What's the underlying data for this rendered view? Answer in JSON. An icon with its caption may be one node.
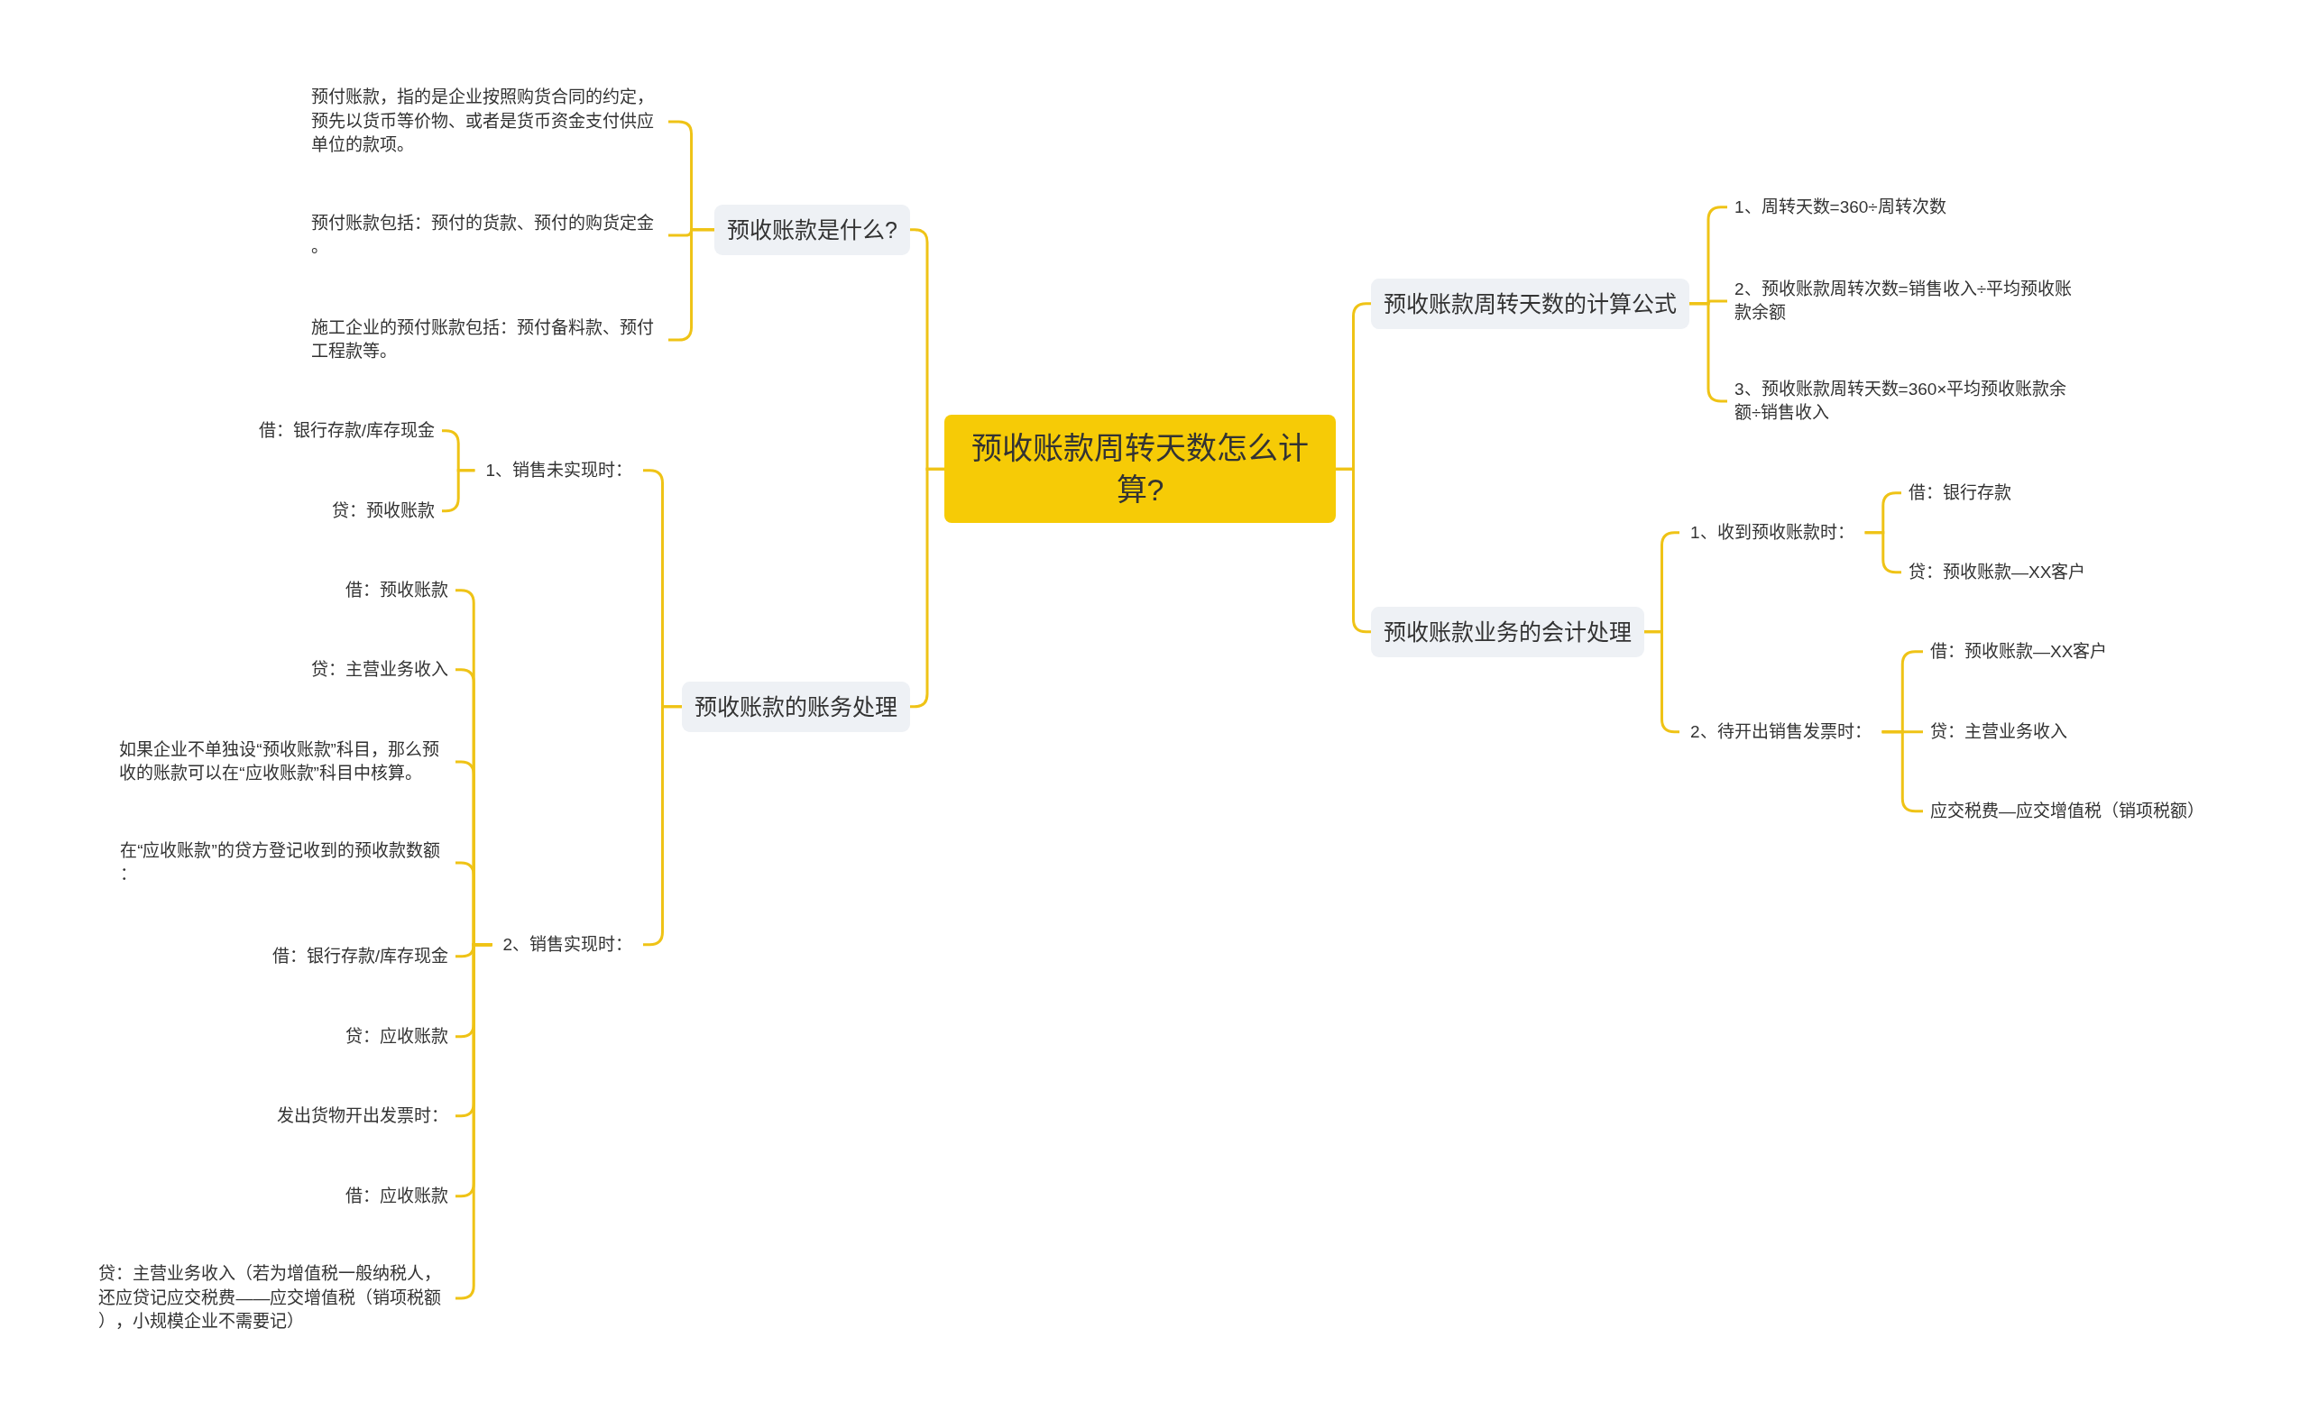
{
  "diagram": {
    "nodes": [
      {
        "text": [
          "预收账款周转天数怎么计算?"
        ]
      },
      {
        "text": [
          "预收账款是什么?"
        ]
      },
      {
        "text": [
          "预付账款，指的是企业按照购货合同的约定，预先以货币等价物、或者是货币资金支付供应单位的款项。"
        ]
      },
      {
        "text": [
          "预付账款包括：预付的货款、预付的购货定金。"
        ]
      },
      {
        "text": [
          "施工企业的预付账款包括：预付备料款、预付工程款等。"
        ]
      },
      {
        "text": [
          "预收账款的账务处理"
        ]
      },
      {
        "text": [
          "1、销售未实现时："
        ]
      },
      {
        "text": [
          "借：银行存款/库存现金"
        ]
      },
      {
        "text": [
          "贷：预收账款"
        ]
      },
      {
        "text": [
          "2、销售实现时："
        ]
      },
      {
        "text": [
          "借：预收账款"
        ]
      },
      {
        "text": [
          "贷：主营业务收入"
        ]
      },
      {
        "text": [
          "如果企业不单独设“预收账款”科目，那么预收的账款可以在“应收账款”科目中核算。"
        ]
      },
      {
        "text": [
          "在“应收账款”的贷方登记收到的预收款数额："
        ]
      },
      {
        "text": [
          "借：银行存款/库存现金"
        ]
      },
      {
        "text": [
          "贷：应收账款"
        ]
      },
      {
        "text": [
          "发出货物开出发票时："
        ]
      },
      {
        "text": [
          "借：应收账款"
        ]
      },
      {
        "text": [
          "贷：主营业务收入（若为增值税一般纳税人，还应贷记应交税费——应交增值税（销项税额），小规模企业不需要记）"
        ]
      },
      {
        "text": [
          "预收账款周转天数的计算公式"
        ]
      },
      {
        "text": [
          "1、周转天数=360÷周转次数"
        ]
      },
      {
        "text": [
          "2、预收账款周转次数=销售收入÷平均预收账款余额"
        ]
      },
      {
        "text": [
          "3、预收账款周转天数=360×平均预收账款余额÷销售收入"
        ]
      },
      {
        "text": [
          "预收账款业务的会计处理"
        ]
      },
      {
        "text": [
          "1、收到预收账款时："
        ]
      },
      {
        "text": [
          "借：银行存款"
        ]
      },
      {
        "text": [
          "贷：预收账款—XX客户"
        ]
      },
      {
        "text": [
          "2、待开出销售发票时："
        ]
      },
      {
        "text": [
          "借：预收账款—XX客户"
        ]
      },
      {
        "text": [
          "贷：主营业务收入"
        ]
      },
      {
        "text": [
          "应交税费—应交增值税（销项税额）"
        ]
      }
    ],
    "edges": [
      {
        "from": 0,
        "to": 1,
        "arrow": "none"
      },
      {
        "from": 1,
        "to": 2,
        "arrow": "none"
      },
      {
        "from": 1,
        "to": 3,
        "arrow": "none"
      },
      {
        "from": 1,
        "to": 4,
        "arrow": "none"
      },
      {
        "from": 0,
        "to": 5,
        "arrow": "none"
      },
      {
        "from": 5,
        "to": 6,
        "arrow": "none"
      },
      {
        "from": 6,
        "to": 7,
        "arrow": "none"
      },
      {
        "from": 6,
        "to": 8,
        "arrow": "none"
      },
      {
        "from": 5,
        "to": 9,
        "arrow": "none"
      },
      {
        "from": 9,
        "to": 10,
        "arrow": "none"
      },
      {
        "from": 9,
        "to": 11,
        "arrow": "none"
      },
      {
        "from": 9,
        "to": 12,
        "arrow": "none"
      },
      {
        "from": 9,
        "to": 13,
        "arrow": "none"
      },
      {
        "from": 9,
        "to": 14,
        "arrow": "none"
      },
      {
        "from": 9,
        "to": 15,
        "arrow": "none"
      },
      {
        "from": 9,
        "to": 16,
        "arrow": "none"
      },
      {
        "from": 9,
        "to": 17,
        "arrow": "none"
      },
      {
        "from": 9,
        "to": 18,
        "arrow": "none"
      },
      {
        "from": 0,
        "to": 19,
        "arrow": "none"
      },
      {
        "from": 19,
        "to": 20,
        "arrow": "none"
      },
      {
        "from": 19,
        "to": 21,
        "arrow": "none"
      },
      {
        "from": 19,
        "to": 22,
        "arrow": "none"
      },
      {
        "from": 0,
        "to": 23,
        "arrow": "none"
      },
      {
        "from": 23,
        "to": 24,
        "arrow": "none"
      },
      {
        "from": 24,
        "to": 25,
        "arrow": "none"
      },
      {
        "from": 24,
        "to": 26,
        "arrow": "none"
      },
      {
        "from": 23,
        "to": 27,
        "arrow": "none"
      },
      {
        "from": 27,
        "to": 28,
        "arrow": "none"
      },
      {
        "from": 27,
        "to": 29,
        "arrow": "none"
      },
      {
        "from": 27,
        "to": 30,
        "arrow": "none"
      }
    ]
  }
}
